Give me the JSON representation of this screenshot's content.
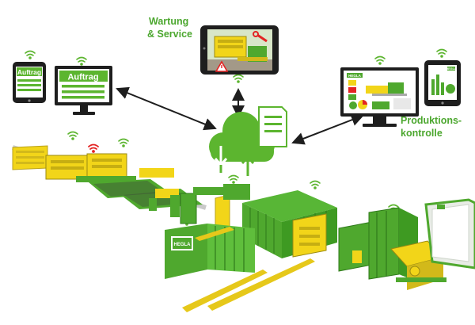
{
  "labels": {
    "wartung_line1": "Wartung",
    "wartung_line2": "& Service",
    "produktion_line1": "Produktions-",
    "produktion_line2": "kontrolle"
  },
  "devices": {
    "tablet_left_text": "Auftrag",
    "monitor_left_text": "Auftrag",
    "monitor_right_logo": "HEGLA",
    "tablet_right_logo": "HEGLA",
    "machine_logo": "HEGLA"
  },
  "colors": {
    "accent_green": "#5cb52f",
    "machine_green": "#4fa82e",
    "machine_yellow": "#f2d519",
    "label_green": "#4ca72f",
    "device_dark": "#1e1e1e",
    "alert_red": "#e32323"
  }
}
